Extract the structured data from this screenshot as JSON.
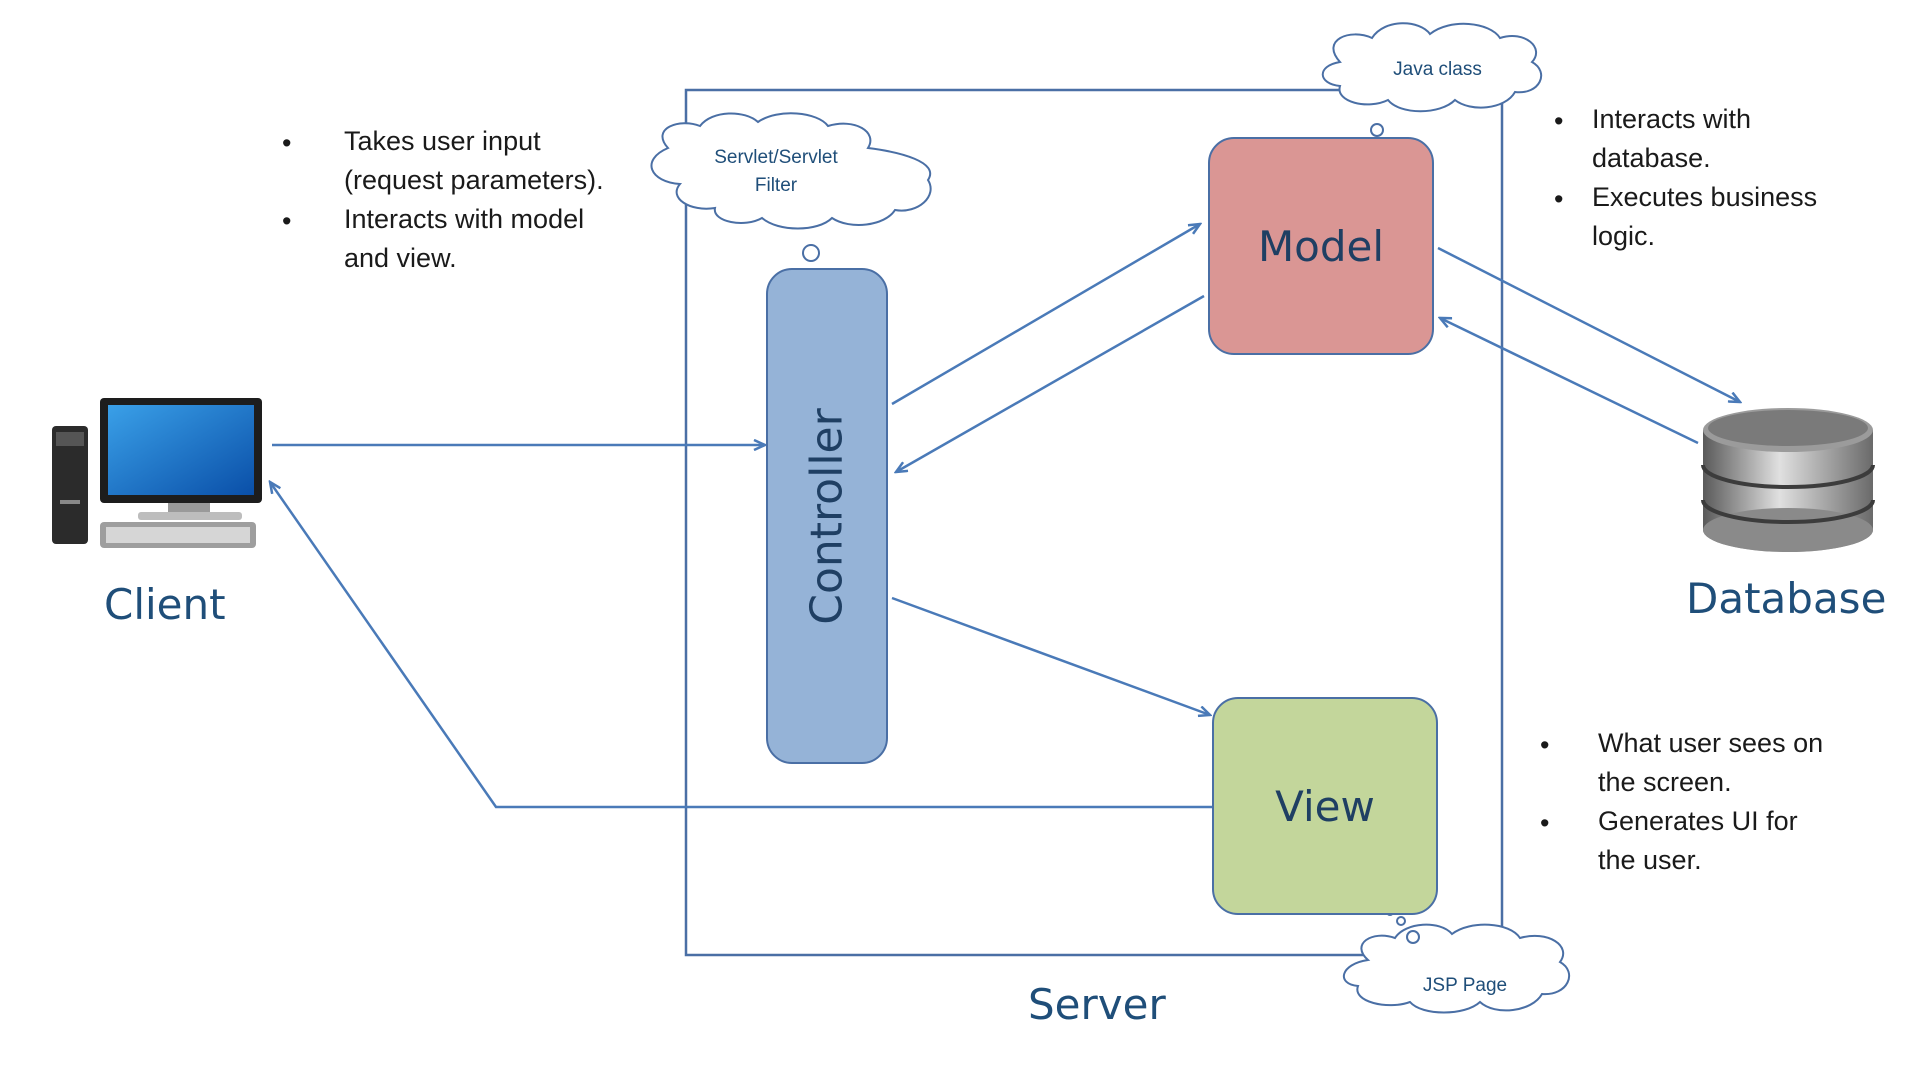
{
  "client": {
    "label": "Client",
    "icon": "desktop-computer-icon"
  },
  "server": {
    "label": "Server"
  },
  "database": {
    "label": "Database",
    "icon": "database-cylinder-icon"
  },
  "controller": {
    "label": "Controller",
    "note": "Servlet/Servlet Filter",
    "note_line1": "Servlet/Servlet",
    "note_line2": "Filter"
  },
  "model": {
    "label": "Model",
    "note": "Java class"
  },
  "view": {
    "label": "View",
    "note": "JSP Page"
  },
  "controller_notes": [
    "Takes user input (request parameters).",
    "Interacts with model and view."
  ],
  "controller_notes_lines": [
    "Takes user input",
    "(request parameters).",
    "Interacts with model",
    "and view."
  ],
  "model_notes_lines": [
    "Interacts with",
    "database.",
    "Executes business",
    "logic."
  ],
  "view_notes_lines": [
    "What user sees on",
    "the screen.",
    "Generates UI for",
    "the user."
  ],
  "bullet": "•",
  "colors": {
    "controller_fill": "#95b3d7",
    "model_fill": "#da9694",
    "view_fill": "#c3d69b",
    "arrow": "#4a7ab8",
    "border": "#4a6fa5",
    "label_text": "#1f4e79"
  }
}
